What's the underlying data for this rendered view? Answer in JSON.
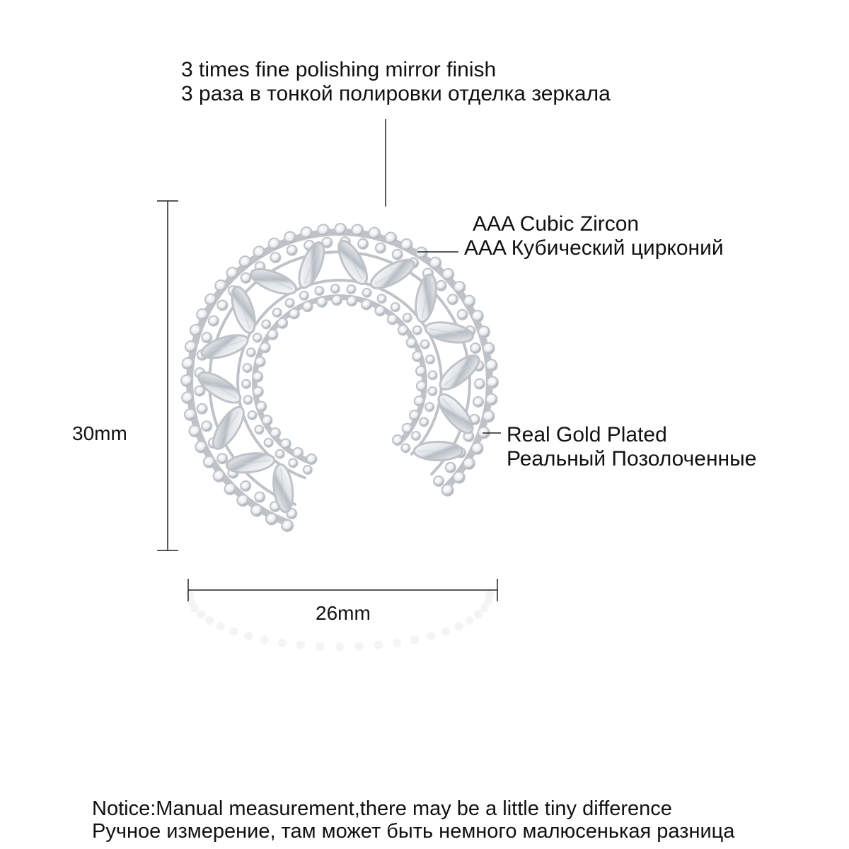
{
  "polishing": {
    "en": "3 times fine polishing mirror finish",
    "ru": "3 раза в тонкой полировки отделка зеркала"
  },
  "zircon": {
    "en": "AAA Cubic Zircon",
    "ru": "AAA Кубический цирконий"
  },
  "plating": {
    "en": "Real Gold Plated",
    "ru": "Реальный Позолоченные"
  },
  "dimensions": {
    "height": "30mm",
    "width": "26mm"
  },
  "notice": {
    "en": "Notice:Manual measurement,there may be a little tiny difference",
    "ru": "Ручное измерение, там может быть немного малюсенькая разница"
  },
  "colors": {
    "background": "#ffffff",
    "text": "#111111",
    "metal": "#bfc3c8",
    "stone": "#f4f6f8"
  }
}
